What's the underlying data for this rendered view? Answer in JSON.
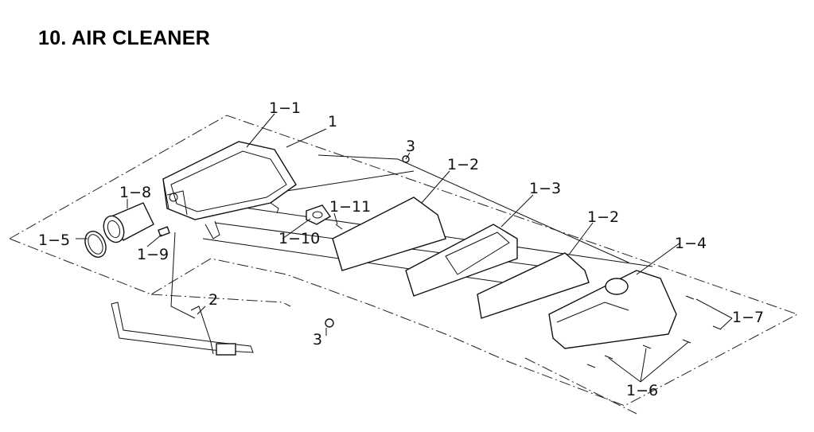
{
  "title": "10. AIR CLEANER",
  "callouts": {
    "c_1_1": "1−1",
    "c_1": "1",
    "c_3_top": "3",
    "c_1_2_left": "1−2",
    "c_1_3": "1−3",
    "c_1_2_right": "1−2",
    "c_1_8": "1−8",
    "c_1_11": "1−11",
    "c_1_5": "1−5",
    "c_1_9": "1−9",
    "c_1_10": "1−10",
    "c_1_4": "1−4",
    "c_2": "2",
    "c_1_7": "1−7",
    "c_3_bottom": "3",
    "c_1_6": "1−6"
  }
}
